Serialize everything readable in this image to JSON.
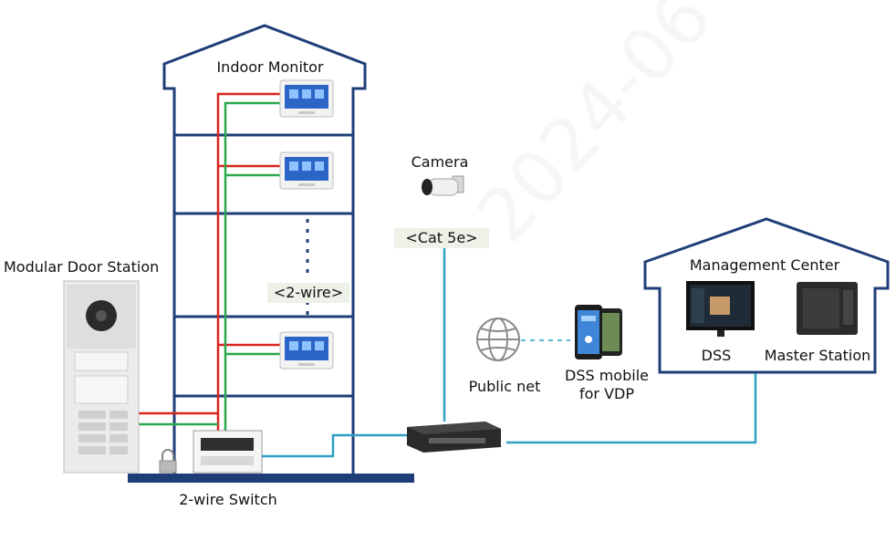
{
  "labels": {
    "indoor_monitor": "Indoor Monitor",
    "camera": "Camera",
    "cat5e": "<Cat 5e>",
    "two_wire": "<2-wire>",
    "modular_door_station": "Modular Door Station",
    "public_net": "Public net",
    "dss_mobile_line1": "DSS mobile",
    "dss_mobile_line2": "for VDP",
    "management_center": "Management Center",
    "dss": "DSS",
    "master_station": "Master Station",
    "two_wire_switch": "2-wire Switch",
    "watermark": "2024-06"
  },
  "colors": {
    "building_outline": "#1f3e78",
    "network_cable": "#2f9fc4",
    "wire_red": "#d9251c",
    "wire_green": "#2aa84a",
    "tag_background": "#eef1e7",
    "net_dash": "#5ab7d6"
  },
  "icons": {
    "indoor_monitor": "indoor-monitor-icon",
    "camera": "bullet-camera-icon",
    "door_station": "door-station-icon",
    "lock": "lock-icon",
    "switch": "two-wire-switch-icon",
    "poe_switch": "network-switch-icon",
    "globe": "globe-icon",
    "phone": "smartphone-icon",
    "dss_monitor": "monitor-icon",
    "master_station": "master-station-icon"
  }
}
